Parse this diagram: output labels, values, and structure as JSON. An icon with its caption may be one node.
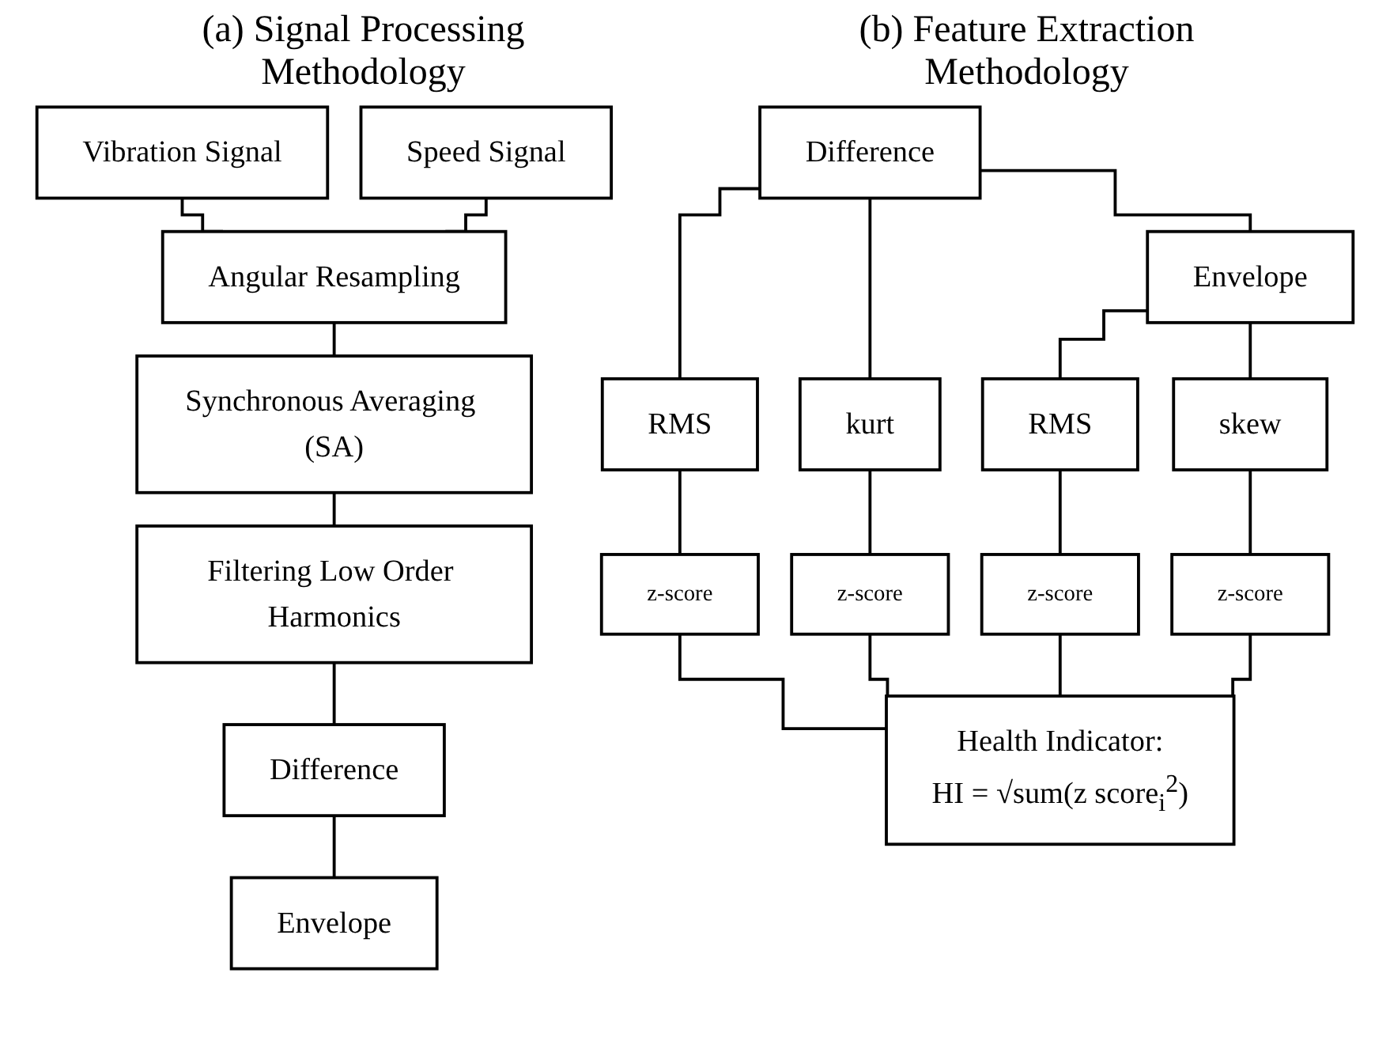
{
  "diagram": {
    "nodes": [
      {
        "text": [
          "Vibration Signal"
        ]
      },
      {
        "text": [
          "Speed Signal"
        ]
      },
      {
        "text": [
          "Angular Resampling"
        ]
      },
      {
        "text": [
          "Synchronous Averaging (SA)"
        ]
      },
      {
        "text": [
          "Filtering Low Order Harmonics"
        ]
      },
      {
        "text": [
          "Difference"
        ]
      },
      {
        "text": [
          "Envelope"
        ]
      },
      {
        "text": [
          "Difference"
        ]
      },
      {
        "text": [
          "Envelope"
        ]
      },
      {
        "text": [
          "RMS"
        ]
      },
      {
        "text": [
          "kurt"
        ]
      },
      {
        "text": [
          "RMS"
        ]
      },
      {
        "text": [
          "skew"
        ]
      },
      {
        "text": [
          "z-score"
        ]
      },
      {
        "text": [
          "z-score"
        ]
      },
      {
        "text": [
          "z-score"
        ]
      },
      {
        "text": [
          "z-score"
        ]
      },
      {
        "text": [
          "Health Indicator:",
          "HI = √sum(z score$_{i}$$^{2}$)"
        ]
      }
    ],
    "edges": [
      {
        "from": 0,
        "to": 2,
        "arrow": "none"
      },
      {
        "from": 1,
        "to": 2,
        "arrow": "none"
      },
      {
        "from": 2,
        "to": 3,
        "arrow": "none"
      },
      {
        "from": 3,
        "to": 4,
        "arrow": "none"
      },
      {
        "from": 4,
        "to": 5,
        "arrow": "none"
      },
      {
        "from": 5,
        "to": 6,
        "arrow": "none"
      },
      {
        "from": 7,
        "to": 9,
        "arrow": "none"
      },
      {
        "from": 7,
        "to": 10,
        "arrow": "none"
      },
      {
        "from": 7,
        "to": 8,
        "arrow": "none"
      },
      {
        "from": 8,
        "to": 11,
        "arrow": "none"
      },
      {
        "from": 8,
        "to": 12,
        "arrow": "none"
      },
      {
        "from": 9,
        "to": 13,
        "arrow": "none"
      },
      {
        "from": 10,
        "to": 14,
        "arrow": "none"
      },
      {
        "from": 11,
        "to": 15,
        "arrow": "none"
      },
      {
        "from": 12,
        "to": 16,
        "arrow": "none"
      },
      {
        "from": 13,
        "to": 17,
        "arrow": "none"
      },
      {
        "from": 14,
        "to": 17,
        "arrow": "none"
      },
      {
        "from": 15,
        "to": 17,
        "arrow": "none"
      },
      {
        "from": 16,
        "to": 17,
        "arrow": "none"
      }
    ],
    "labels": [
      "(a) Signal Processing Methodology",
      "(b) Feature Extraction Methodology"
    ]
  }
}
